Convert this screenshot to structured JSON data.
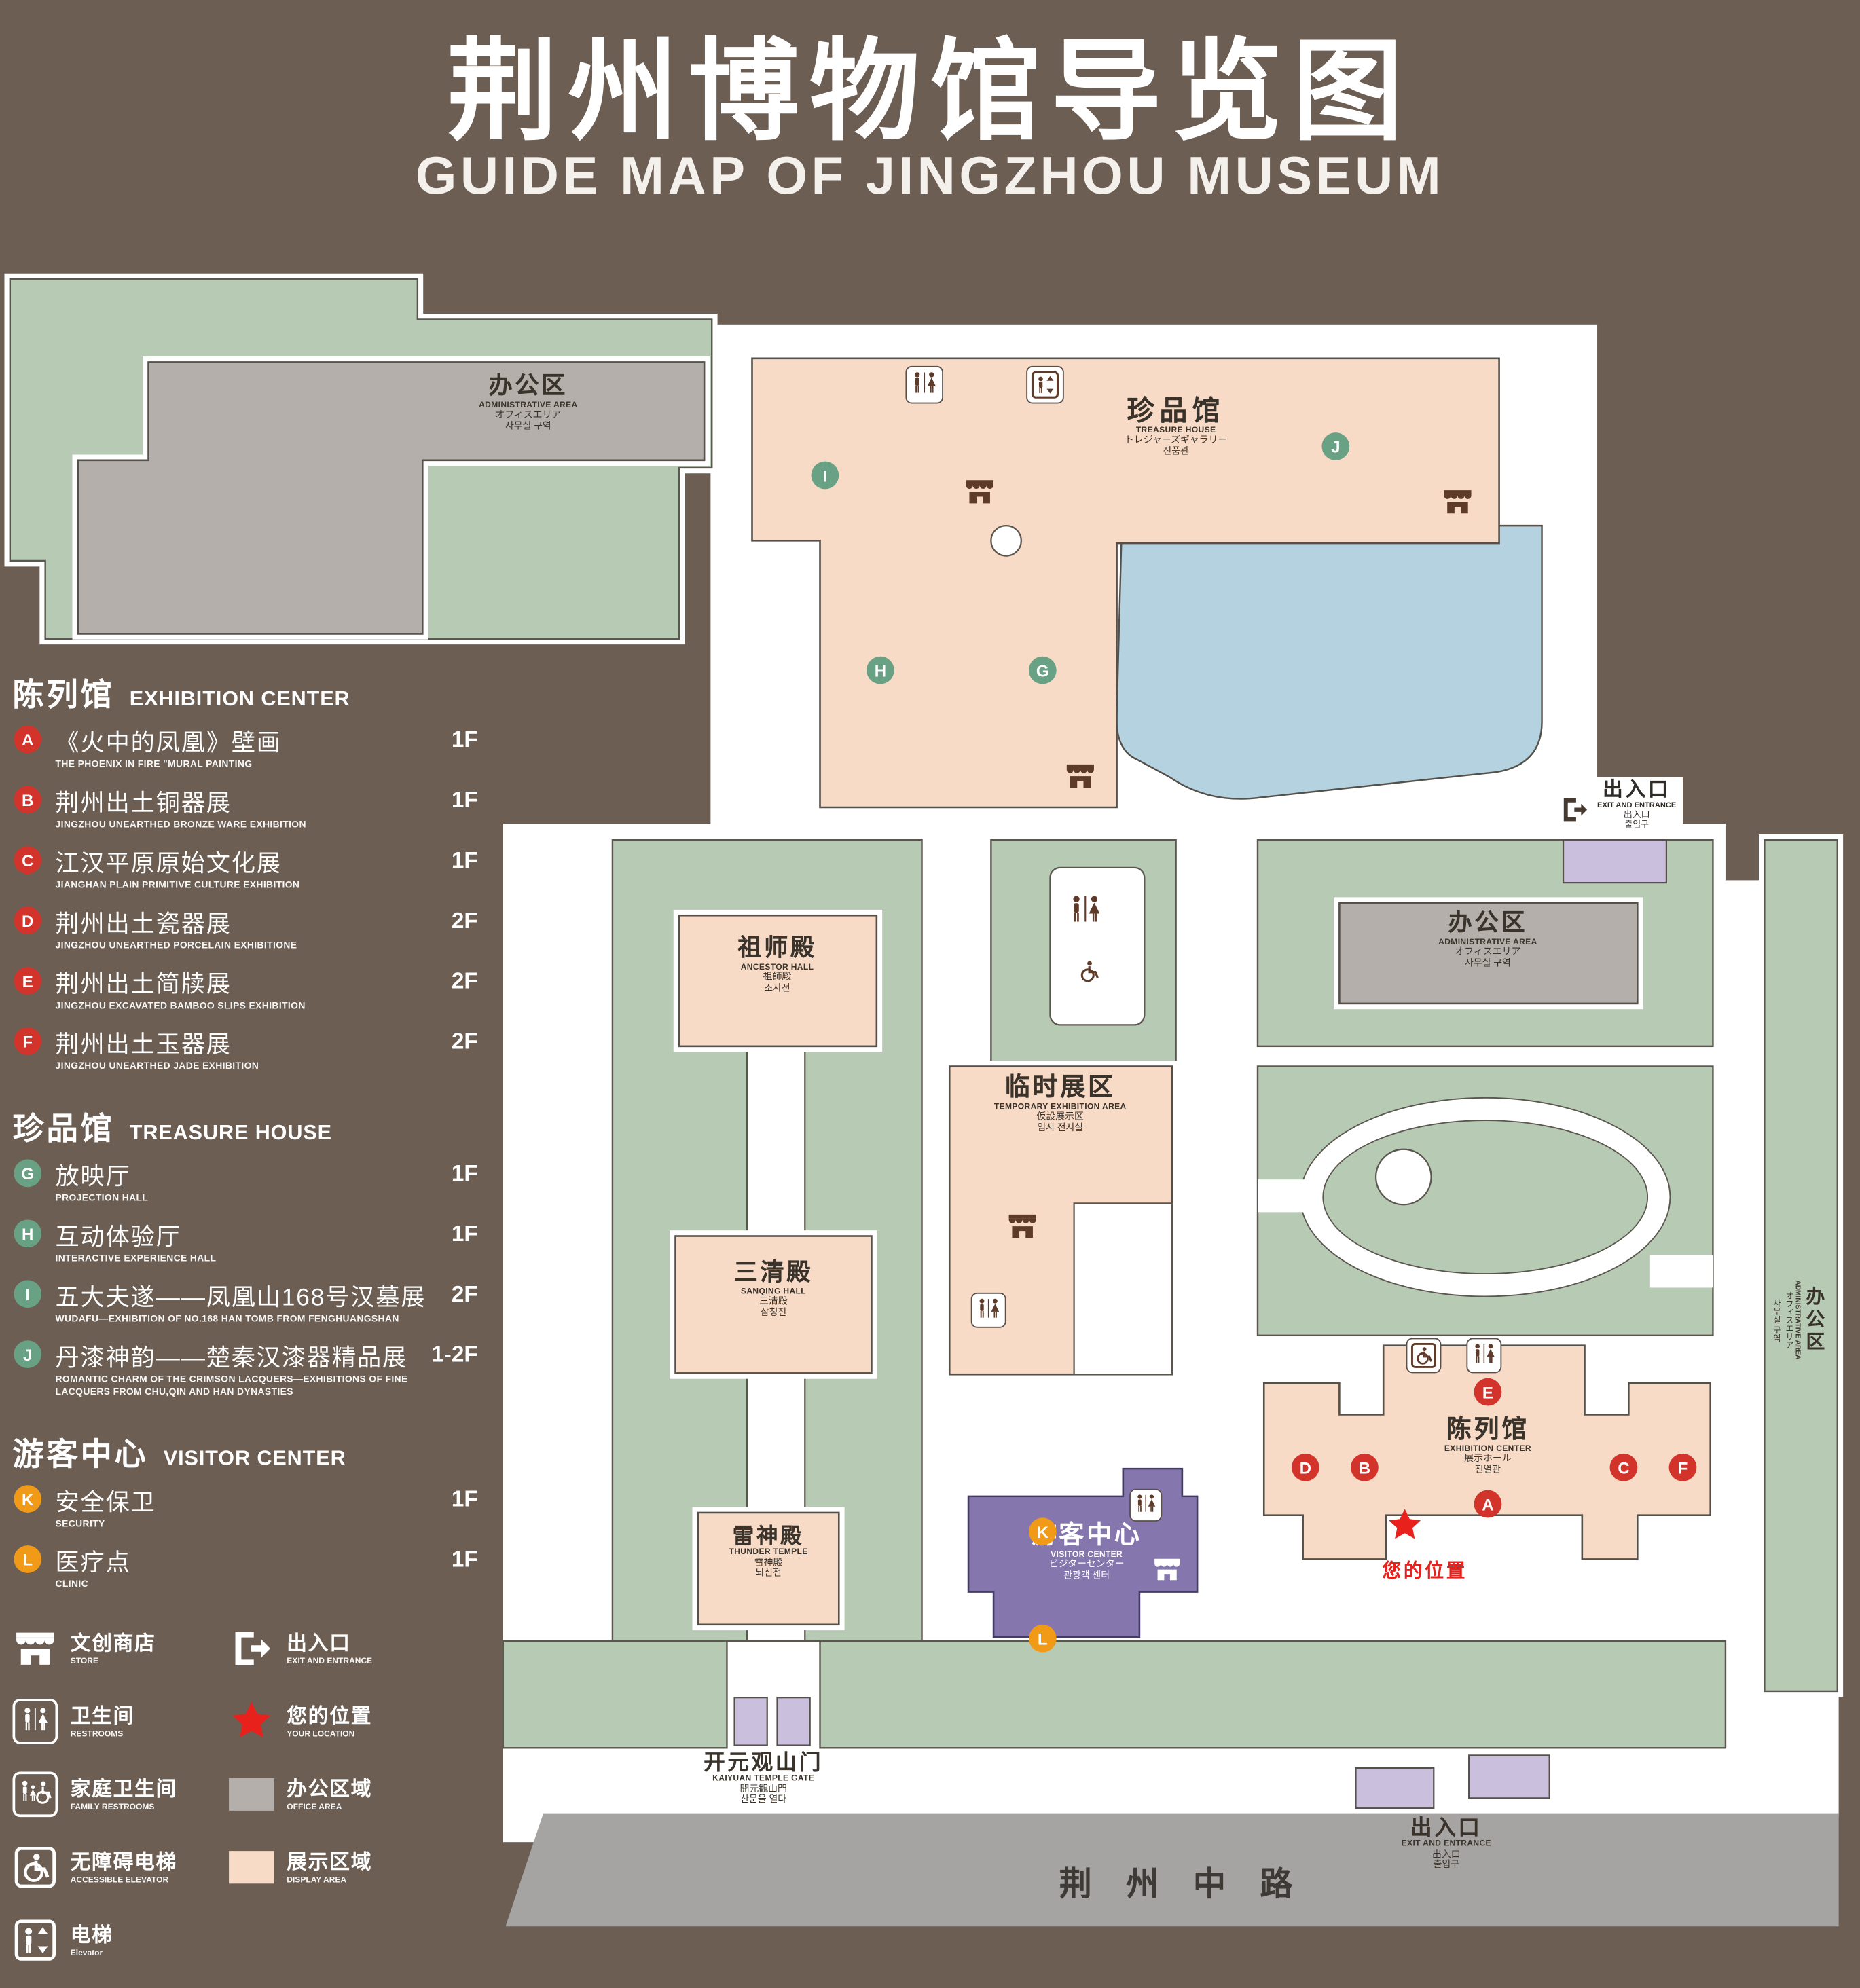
{
  "title": {
    "zh": "荆州博物馆导览图",
    "en": "GUIDE MAP OF JINGZHOU MUSEUM"
  },
  "legend": {
    "sections": [
      {
        "zh": "陈列馆",
        "en": "EXHIBITION CENTER",
        "items": [
          {
            "letter": "A",
            "zh": "《火中的凤凰》壁画",
            "en": "THE PHOENIX IN FIRE \"MURAL PAINTING",
            "floor": "1F"
          },
          {
            "letter": "B",
            "zh": "荆州出土铜器展",
            "en": "JINGZHOU UNEARTHED BRONZE WARE EXHIBITION",
            "floor": "1F"
          },
          {
            "letter": "C",
            "zh": "江汉平原原始文化展",
            "en": "JIANGHAN PLAIN PRIMITIVE CULTURE EXHIBITION",
            "floor": "1F"
          },
          {
            "letter": "D",
            "zh": "荆州出土瓷器展",
            "en": "JINGZHOU UNEARTHED PORCELAIN EXHIBITIONE",
            "floor": "2F"
          },
          {
            "letter": "E",
            "zh": "荆州出土简牍展",
            "en": "JINGZHOU EXCAVATED BAMBOO SLIPS EXHIBITION",
            "floor": "2F"
          },
          {
            "letter": "F",
            "zh": "荆州出土玉器展",
            "en": "JINGZHOU UNEARTHED JADE EXHIBITION",
            "floor": "2F"
          }
        ]
      },
      {
        "zh": "珍品馆",
        "en": "TREASURE HOUSE",
        "items": [
          {
            "letter": "G",
            "zh": "放映厅",
            "en": "PROJECTION HALL",
            "floor": "1F"
          },
          {
            "letter": "H",
            "zh": "互动体验厅",
            "en": "INTERACTIVE EXPERIENCE HALL",
            "floor": "1F"
          },
          {
            "letter": "I",
            "zh": "五大夫遂——凤凰山168号汉墓展",
            "en": "WUDAFU—EXHIBITION OF NO.168 HAN TOMB FROM FENGHUANGSHAN",
            "floor": "2F"
          },
          {
            "letter": "J",
            "zh": "丹漆神韵——楚秦汉漆器精品展",
            "en": "ROMANTIC CHARM OF THE CRIMSON LACQUERS—EXHIBITIONS OF FINE LACQUERS FROM CHU,QIN AND HAN DYNASTIES",
            "floor": "1-2F"
          }
        ]
      },
      {
        "zh": "游客中心",
        "en": "VISITOR CENTER",
        "items": [
          {
            "letter": "K",
            "zh": "安全保卫",
            "en": "SECURITY",
            "floor": "1F"
          },
          {
            "letter": "L",
            "zh": "医疗点",
            "en": "CLINIC",
            "floor": "1F"
          }
        ]
      }
    ],
    "symbols": [
      {
        "icon": "store-icon",
        "zh": "文创商店",
        "en": "STORE"
      },
      {
        "icon": "exit-icon",
        "zh": "出入口",
        "en": "EXIT AND ENTRANCE"
      },
      {
        "icon": "restrooms-icon",
        "zh": "卫生间",
        "en": "RESTROOMS"
      },
      {
        "icon": "your-location-icon",
        "zh": "您的位置",
        "en": "YOUR LOCATION"
      },
      {
        "icon": "family-restrooms-icon",
        "zh": "家庭卫生间",
        "en": "FAMILY RESTROOMS"
      },
      {
        "icon": "office-area-swatch",
        "zh": "办公区域",
        "en": "OFFICE AREA"
      },
      {
        "icon": "accessible-elevator-icon",
        "zh": "无障碍电梯",
        "en": "ACCESSIBLE ELEVATOR"
      },
      {
        "icon": "display-area-swatch",
        "zh": "展示区域",
        "en": "DISPLAY AREA"
      },
      {
        "icon": "elevator-icon",
        "zh": "电梯",
        "en": "Elevator"
      }
    ]
  },
  "map": {
    "admin_top": {
      "zh": "办公区",
      "en": "ADMINISTRATIVE AREA",
      "jp": "オフィスエリア",
      "kr": "사무실 구역"
    },
    "treasure_house": {
      "zh": "珍品馆",
      "en": "TREASURE HOUSE",
      "jp": "トレジャーズギャラリー",
      "kr": "진품관"
    },
    "exit_right": {
      "zh": "出入口",
      "en": "EXIT AND ENTRANCE",
      "jp": "出入口",
      "kr": "출입구"
    },
    "ancestor_hall": {
      "zh": "祖师殿",
      "en": "ANCESTOR HALL",
      "jp": "祖師殿",
      "kr": "조사전"
    },
    "admin_right": {
      "zh": "办公区",
      "en": "ADMINISTRATIVE AREA",
      "jp": "オフィスエリア",
      "kr": "사무실 구역"
    },
    "temporary_exhibition": {
      "zh": "临时展区",
      "en": "TEMPORARY EXHIBITION AREA",
      "jp": "仮設展示区",
      "kr": "임시 전시실"
    },
    "sanqing_hall": {
      "zh": "三清殿",
      "en": "SANQING HALL",
      "jp": "三清殿",
      "kr": "삼청전"
    },
    "exhibition_center": {
      "zh": "陈列馆",
      "en": "EXHIBITION CENTER",
      "jp": "展示ホール",
      "kr": "진열관"
    },
    "thunder_temple": {
      "zh": "雷神殿",
      "en": "THUNDER TEMPLE",
      "jp": "雷神殿",
      "kr": "뇌신전"
    },
    "visitor_center": {
      "zh": "游客中心",
      "en": "VISITOR CENTER",
      "jp": "ビジターセンター",
      "kr": "관광객 센터"
    },
    "kaiyuan_gate": {
      "zh": "开元观山门",
      "en": "KAIYUAN TEMPLE GATE",
      "jp": "開元観山門",
      "kr": "산문을 열다"
    },
    "exit_bottom": {
      "zh": "出入口",
      "en": "EXIT AND ENTRANCE",
      "jp": "出入口",
      "kr": "출입구"
    },
    "admin_side": {
      "zh": "办公区",
      "en": "ADMINISTRATIVE AREA",
      "jp": "オフィスエリア",
      "kr": "사무실 구역"
    },
    "your_location": "您的位置",
    "road": "荆 州 中 路",
    "markers": {
      "treasure": [
        "I",
        "J",
        "H",
        "G"
      ],
      "exhibition": [
        "E",
        "D",
        "B",
        "A",
        "C",
        "F"
      ],
      "visitor": [
        "K",
        "L"
      ]
    }
  },
  "colors": {
    "background_brown": "#6c5e53",
    "lawn_green": "#b7cab4",
    "display_pink": "#f8dbc7",
    "office_gray": "#b5afab",
    "water_blue": "#b4d2e0",
    "visitor_purple": "#8577ae",
    "exit_lavender": "#cabfdc",
    "badge_red": "#d2342c",
    "badge_green": "#69a184",
    "badge_orange": "#f09a18",
    "icon_brown": "#5e3a28",
    "location_red": "#e8211d",
    "road_gray": "#a5a4a2"
  }
}
